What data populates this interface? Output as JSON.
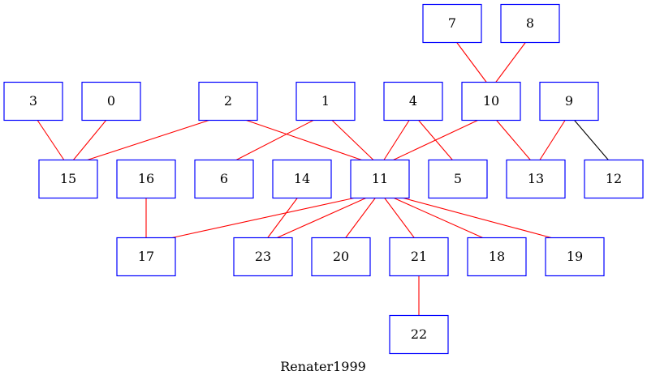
{
  "caption": "Renater1999",
  "colors": {
    "node_border": "#0000ff",
    "edge_default": "#ff0000",
    "edge_alt": "#000000",
    "text": "#000000"
  },
  "nodes": [
    {
      "id": "n7",
      "label": "7"
    },
    {
      "id": "n8",
      "label": "8"
    },
    {
      "id": "n3",
      "label": "3"
    },
    {
      "id": "n0",
      "label": "0"
    },
    {
      "id": "n2",
      "label": "2"
    },
    {
      "id": "n1",
      "label": "1"
    },
    {
      "id": "n4",
      "label": "4"
    },
    {
      "id": "n10",
      "label": "10"
    },
    {
      "id": "n9",
      "label": "9"
    },
    {
      "id": "n15",
      "label": "15"
    },
    {
      "id": "n16",
      "label": "16"
    },
    {
      "id": "n6",
      "label": "6"
    },
    {
      "id": "n14",
      "label": "14"
    },
    {
      "id": "n11",
      "label": "11"
    },
    {
      "id": "n5",
      "label": "5"
    },
    {
      "id": "n13",
      "label": "13"
    },
    {
      "id": "n12",
      "label": "12"
    },
    {
      "id": "n17",
      "label": "17"
    },
    {
      "id": "n23",
      "label": "23"
    },
    {
      "id": "n20",
      "label": "20"
    },
    {
      "id": "n21",
      "label": "21"
    },
    {
      "id": "n18",
      "label": "18"
    },
    {
      "id": "n19",
      "label": "19"
    },
    {
      "id": "n22",
      "label": "22"
    }
  ],
  "edges": [
    {
      "from": "n3",
      "to": "n15",
      "color": "red"
    },
    {
      "from": "n0",
      "to": "n15",
      "color": "red"
    },
    {
      "from": "n2",
      "to": "n15",
      "color": "red"
    },
    {
      "from": "n2",
      "to": "n11",
      "color": "red"
    },
    {
      "from": "n1",
      "to": "n6",
      "color": "red"
    },
    {
      "from": "n1",
      "to": "n11",
      "color": "red"
    },
    {
      "from": "n4",
      "to": "n11",
      "color": "red"
    },
    {
      "from": "n4",
      "to": "n5",
      "color": "red"
    },
    {
      "from": "n7",
      "to": "n10",
      "color": "red"
    },
    {
      "from": "n8",
      "to": "n10",
      "color": "red"
    },
    {
      "from": "n10",
      "to": "n11",
      "color": "red"
    },
    {
      "from": "n10",
      "to": "n13",
      "color": "red"
    },
    {
      "from": "n9",
      "to": "n13",
      "color": "red"
    },
    {
      "from": "n9",
      "to": "n12",
      "color": "black"
    },
    {
      "from": "n16",
      "to": "n17",
      "color": "red"
    },
    {
      "from": "n14",
      "to": "n23",
      "color": "red"
    },
    {
      "from": "n11",
      "to": "n17",
      "color": "red"
    },
    {
      "from": "n11",
      "to": "n23",
      "color": "red"
    },
    {
      "from": "n11",
      "to": "n20",
      "color": "red"
    },
    {
      "from": "n11",
      "to": "n21",
      "color": "red"
    },
    {
      "from": "n11",
      "to": "n18",
      "color": "red"
    },
    {
      "from": "n11",
      "to": "n19",
      "color": "red"
    },
    {
      "from": "n21",
      "to": "n22",
      "color": "red"
    }
  ]
}
